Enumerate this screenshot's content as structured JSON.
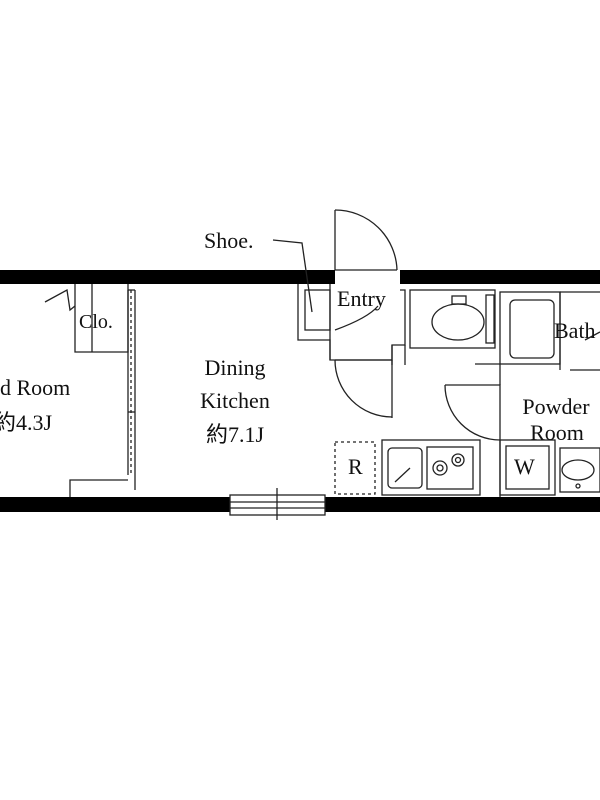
{
  "rooms": {
    "bedroom": {
      "name": "d Room",
      "area": "約4.3J"
    },
    "closet": {
      "name": "Clo."
    },
    "dining": {
      "name_line1": "Dining",
      "name_line2": "Kitchen",
      "area": "約7.1J"
    },
    "entry": {
      "name": "Entry"
    },
    "shoe": {
      "name": "Shoe."
    },
    "bath": {
      "name": "Bath"
    },
    "powder": {
      "name_line1": "Powder",
      "name_line2": "Room"
    }
  },
  "fixtures": {
    "refrigerator": "R",
    "washer": "W"
  },
  "colors": {
    "wall": "#000000",
    "line": "#222222",
    "background": "#ffffff"
  }
}
